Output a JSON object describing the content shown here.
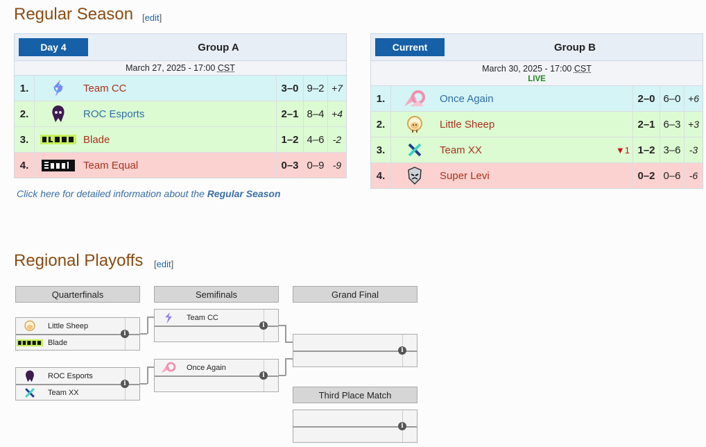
{
  "regular": {
    "title": "Regular Season",
    "edit": "edit",
    "detail_prefix": "Click here for detailed information about the ",
    "detail_link": "Regular Season"
  },
  "groupA": {
    "badge": "Day 4",
    "title": "Group A",
    "date": "March 27, 2025 - 17:00 ",
    "tz": "CST",
    "rows": [
      {
        "rank": "1.",
        "team": "Team CC",
        "record": "3–0",
        "games": "9–2",
        "diff": "+7",
        "logo": "team-cc-logo"
      },
      {
        "rank": "2.",
        "team": "ROC Esports",
        "record": "2–1",
        "games": "8–4",
        "diff": "+4",
        "logo": "roc-esports-logo"
      },
      {
        "rank": "3.",
        "team": "Blade",
        "record": "1–2",
        "games": "4–6",
        "diff": "-2",
        "logo": "blade-logo"
      },
      {
        "rank": "4.",
        "team": "Team Equal",
        "record": "0–3",
        "games": "0–9",
        "diff": "-9",
        "logo": "team-equal-logo"
      }
    ]
  },
  "groupB": {
    "badge": "Current",
    "title": "Group B",
    "date": "March 30, 2025 - 17:00 ",
    "tz": "CST",
    "live": "LIVE",
    "rows": [
      {
        "rank": "1.",
        "team": "Once Again",
        "record": "2–0",
        "games": "6–0",
        "diff": "+6",
        "logo": "once-again-logo"
      },
      {
        "rank": "2.",
        "team": "Little Sheep",
        "record": "2–1",
        "games": "6–3",
        "diff": "+3",
        "logo": "little-sheep-logo"
      },
      {
        "rank": "3.",
        "team": "Team XX",
        "record": "1–2",
        "games": "3–6",
        "diff": "-3",
        "change": "▼1",
        "logo": "team-xx-logo"
      },
      {
        "rank": "4.",
        "team": "Super Levi",
        "record": "0–2",
        "games": "0–6",
        "diff": "-6",
        "logo": "super-levi-logo"
      }
    ]
  },
  "playoffs": {
    "title": "Regional Playoffs",
    "edit": "edit",
    "rounds": [
      "Quarterfinals",
      "Semifinals",
      "Grand Final",
      "Third Place Match"
    ],
    "qf1": [
      "Little Sheep",
      "Blade"
    ],
    "qf2": [
      "ROC Esports",
      "Team XX"
    ],
    "sf1": "Team CC",
    "sf2": "Once Again",
    "info_glyph": "i"
  }
}
